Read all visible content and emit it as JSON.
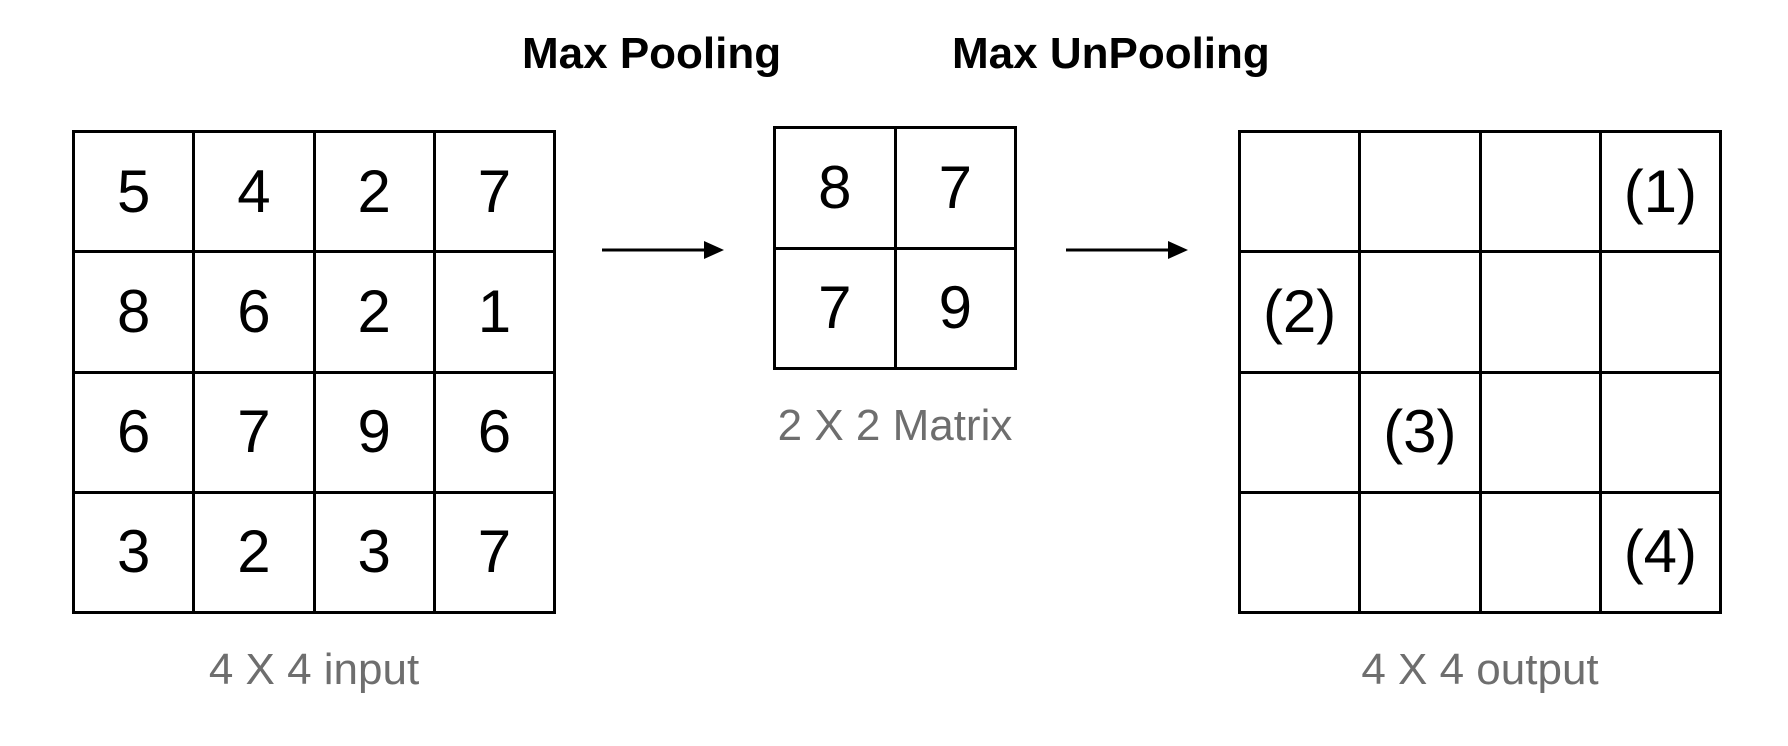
{
  "titles": {
    "pooling": "Max Pooling",
    "unpooling": "Max UnPooling"
  },
  "input_matrix": {
    "caption": "4 X 4 input",
    "cells": [
      "5",
      "4",
      "2",
      "7",
      "8",
      "6",
      "2",
      "1",
      "6",
      "7",
      "9",
      "6",
      "3",
      "2",
      "3",
      "7"
    ]
  },
  "pooled_matrix": {
    "caption": "2 X 2 Matrix",
    "cells": [
      "8",
      "7",
      "7",
      "9"
    ]
  },
  "output_matrix": {
    "caption": "4 X 4 output",
    "cells": [
      "",
      "",
      "",
      "(1)",
      "(2)",
      "",
      "",
      "",
      "",
      "(3)",
      "",
      "",
      "",
      "",
      "",
      "(4)"
    ]
  },
  "icons": {
    "arrow_1": "right-arrow-icon",
    "arrow_2": "right-arrow-icon"
  },
  "colors": {
    "line": "#000000",
    "caption": "#6e6e6e",
    "background": "#ffffff"
  }
}
